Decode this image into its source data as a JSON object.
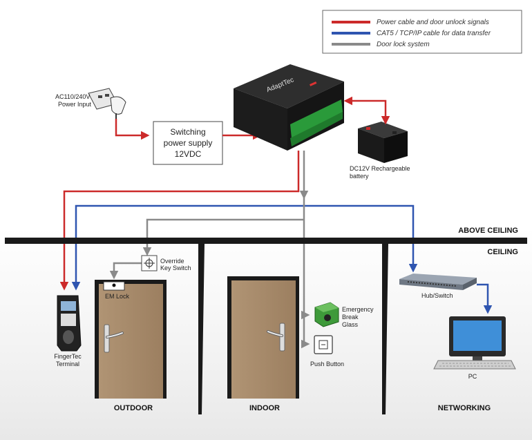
{
  "legend": {
    "items": [
      {
        "label": "Power cable and door unlock signals",
        "color": "#cc2a2a"
      },
      {
        "label": "CAT5 / TCP/IP cable for data transfer",
        "color": "#2f55b0"
      },
      {
        "label": "Door lock system",
        "color": "#8a8a8a"
      }
    ]
  },
  "labels": {
    "power_input": [
      "AC110/240V",
      "Power Input"
    ],
    "psu": [
      "Switching",
      "power supply",
      "12VDC"
    ],
    "battery": [
      "DC12V Rechargeable",
      "battery"
    ],
    "controller_brand": "AdaptTec",
    "above_ceiling": "ABOVE CEILING",
    "ceiling": "CEILING",
    "override": [
      "Override",
      "Key Switch"
    ],
    "em_lock": "EM Lock",
    "terminal": [
      "FingerTec",
      "Terminal"
    ],
    "emergency": [
      "Emergency",
      "Break",
      "Glass"
    ],
    "push_button": "Push Button",
    "hub": "Hub/Switch",
    "pc": "PC",
    "outdoor": "OUTDOOR",
    "indoor": "INDOOR",
    "networking": "NETWORKING"
  },
  "colors": {
    "red": "#cc2a2a",
    "blue": "#2f55b0",
    "gray": "#8a8a8a",
    "door": "#a68a6a",
    "ceiling": "#1a1a1a"
  }
}
